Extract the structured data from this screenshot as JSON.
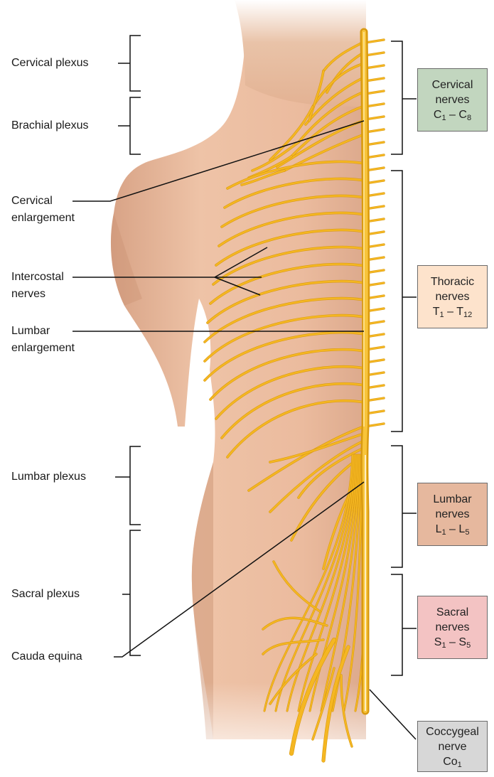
{
  "labels": {
    "cervical_plexus": "Cervical plexus",
    "brachial_plexus": "Brachial plexus",
    "cervical_enlargement_1": "Cervical",
    "cervical_enlargement_2": "enlargement",
    "intercostal_1": "Intercostal",
    "intercostal_2": "nerves",
    "lumbar_enlargement_1": "Lumbar",
    "lumbar_enlargement_2": "enlargement",
    "lumbar_plexus": "Lumbar plexus",
    "sacral_plexus": "Sacral plexus",
    "cauda_equina": "Cauda equina"
  },
  "nerve_groups": [
    {
      "name": "Cervical",
      "line2": "nerves",
      "first": "C",
      "first_sub": "1",
      "dash": "–",
      "last": "C",
      "last_sub": "8",
      "color": "#c2d6bf"
    },
    {
      "name": "Thoracic",
      "line2": "nerves",
      "first": "T",
      "first_sub": "1",
      "dash": "–",
      "last": "T",
      "last_sub": "12",
      "color": "#fde3cc"
    },
    {
      "name": "Lumbar",
      "line2": "nerves",
      "first": "L",
      "first_sub": "1",
      "dash": "–",
      "last": "L",
      "last_sub": "5",
      "color": "#e6b89e"
    },
    {
      "name": "Sacral",
      "line2": "nerves",
      "first": "S",
      "first_sub": "1",
      "dash": "–",
      "last": "S",
      "last_sub": "5",
      "color": "#f3c3c3"
    },
    {
      "name": "Coccygeal",
      "line2": "nerve",
      "first": "Co",
      "first_sub": "1",
      "color": "#d7d7d7"
    }
  ],
  "colors": {
    "skin": "#e7b99c",
    "skin_shadow": "#c98f71",
    "nerve": "#f5b722",
    "nerve_dark": "#d99a10",
    "line": "#111111"
  }
}
